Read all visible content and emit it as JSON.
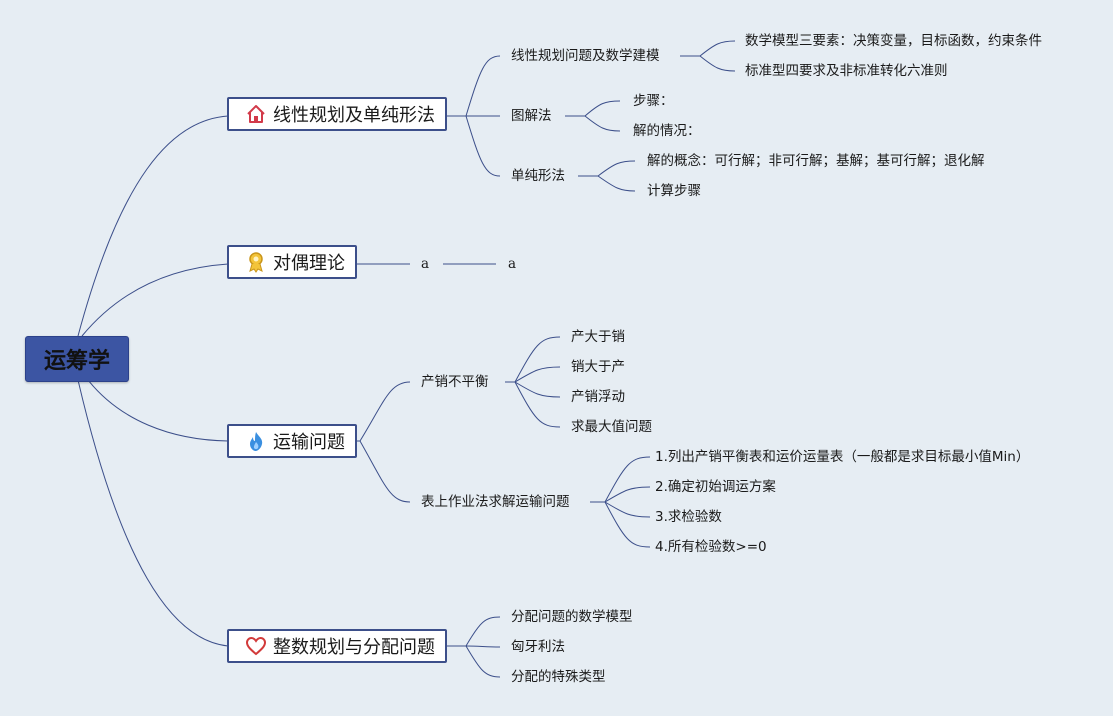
{
  "root": {
    "label": "运筹学"
  },
  "branches": [
    {
      "label": "线性规划及单纯形法",
      "icon": "house-icon",
      "children": [
        {
          "label": "线性规划问题及数学建模",
          "children": [
            "数学模型三要素：决策变量，目标函数，约束条件",
            "标准型四要求及非标准转化六准则"
          ]
        },
        {
          "label": "图解法",
          "children": [
            "步骤：",
            "解的情况："
          ]
        },
        {
          "label": "单纯形法",
          "children": [
            "解的概念：可行解；非可行解；基解；基可行解；退化解",
            "计算步骤"
          ]
        }
      ]
    },
    {
      "label": "对偶理论",
      "icon": "award-ribbon-icon",
      "children": [
        {
          "label": "a",
          "children": [
            "a"
          ]
        }
      ]
    },
    {
      "label": "运输问题",
      "icon": "flame-icon",
      "children": [
        {
          "label": "产销不平衡",
          "children": [
            "产大于销",
            "销大于产",
            "产销浮动",
            "求最大值问题"
          ]
        },
        {
          "label": "表上作业法求解运输问题",
          "children": [
            "1.列出产销平衡表和运价运量表（一般都是求目标最小值Min）",
            "2.确定初始调运方案",
            "3.求检验数",
            "4.所有检验数>=0"
          ]
        }
      ]
    },
    {
      "label": "整数规划与分配问题",
      "icon": "heart-icon",
      "children": [
        {
          "label": "分配问题的数学模型",
          "children": []
        },
        {
          "label": "匈牙利法",
          "children": []
        },
        {
          "label": "分配的特殊类型",
          "children": []
        }
      ]
    }
  ],
  "colors": {
    "root_fill": "#3c55a3",
    "connector": "#3c4f8a",
    "background": "#e6edf3"
  }
}
